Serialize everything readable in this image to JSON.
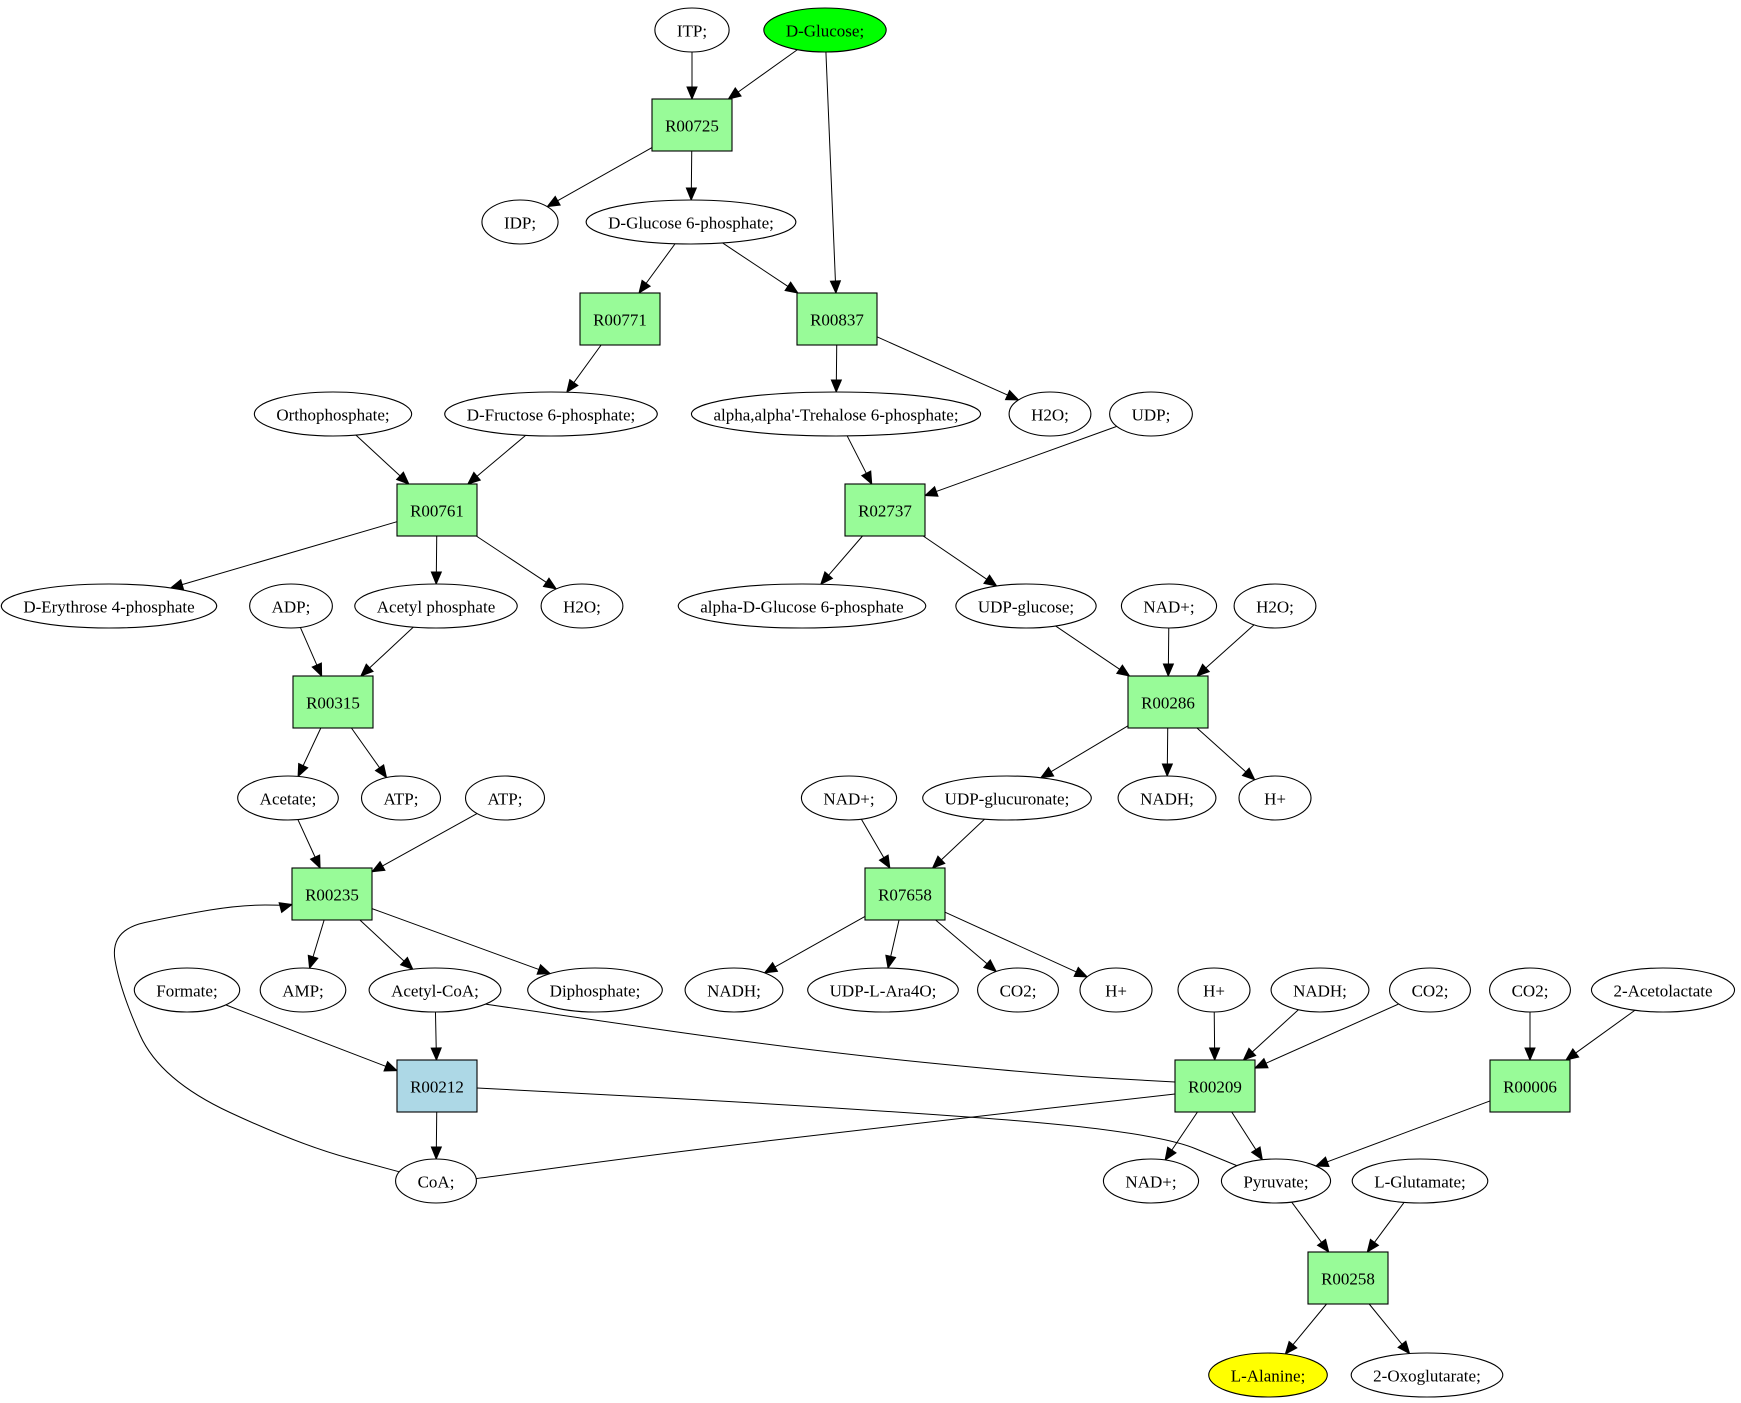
{
  "title": "Metabolic pathway: D-Glucose to L-Alanine",
  "colors": {
    "reaction": "#98fb98",
    "reaction_highlight": "#add8e6",
    "source": "#00ff00",
    "target": "#ffff00",
    "compound": "#ffffff",
    "stroke": "#000000"
  },
  "nodes": [
    {
      "id": "itp",
      "label": "ITP;",
      "kind": "compound"
    },
    {
      "id": "dglucose",
      "label": "D-Glucose;",
      "kind": "source"
    },
    {
      "id": "R00725",
      "label": "R00725",
      "kind": "reaction"
    },
    {
      "id": "idp",
      "label": "IDP;",
      "kind": "compound"
    },
    {
      "id": "g6p",
      "label": "D-Glucose 6-phosphate;",
      "kind": "compound"
    },
    {
      "id": "R00771",
      "label": "R00771",
      "kind": "reaction"
    },
    {
      "id": "R00837",
      "label": "R00837",
      "kind": "reaction"
    },
    {
      "id": "orthophosphate",
      "label": "Orthophosphate;",
      "kind": "compound"
    },
    {
      "id": "f6p",
      "label": "D-Fructose 6-phosphate;",
      "kind": "compound"
    },
    {
      "id": "tre6p",
      "label": "alpha,alpha'-Trehalose 6-phosphate;",
      "kind": "compound"
    },
    {
      "id": "h2o_1",
      "label": "H2O;",
      "kind": "compound"
    },
    {
      "id": "udp",
      "label": "UDP;",
      "kind": "compound"
    },
    {
      "id": "R00761",
      "label": "R00761",
      "kind": "reaction"
    },
    {
      "id": "R02737",
      "label": "R02737",
      "kind": "reaction"
    },
    {
      "id": "e4p",
      "label": "D-Erythrose 4-phosphate",
      "kind": "compound"
    },
    {
      "id": "adp",
      "label": "ADP;",
      "kind": "compound"
    },
    {
      "id": "acetylp",
      "label": "Acetyl phosphate",
      "kind": "compound"
    },
    {
      "id": "h2o_2",
      "label": "H2O;",
      "kind": "compound"
    },
    {
      "id": "adg6p",
      "label": "alpha-D-Glucose 6-phosphate",
      "kind": "compound"
    },
    {
      "id": "udpglucose",
      "label": "UDP-glucose;",
      "kind": "compound"
    },
    {
      "id": "nad_1",
      "label": "NAD+;",
      "kind": "compound"
    },
    {
      "id": "h2o_3",
      "label": "H2O;",
      "kind": "compound"
    },
    {
      "id": "R00315",
      "label": "R00315",
      "kind": "reaction"
    },
    {
      "id": "R00286",
      "label": "R00286",
      "kind": "reaction"
    },
    {
      "id": "acetate",
      "label": "Acetate;",
      "kind": "compound"
    },
    {
      "id": "atp_1",
      "label": "ATP;",
      "kind": "compound"
    },
    {
      "id": "atp_2",
      "label": "ATP;",
      "kind": "compound"
    },
    {
      "id": "nad_2",
      "label": "NAD+;",
      "kind": "compound"
    },
    {
      "id": "udpglucuronate",
      "label": "UDP-glucuronate;",
      "kind": "compound"
    },
    {
      "id": "nadh_1",
      "label": "NADH;",
      "kind": "compound"
    },
    {
      "id": "hplus_1",
      "label": "H+",
      "kind": "compound"
    },
    {
      "id": "R00235",
      "label": "R00235",
      "kind": "reaction"
    },
    {
      "id": "R07658",
      "label": "R07658",
      "kind": "reaction"
    },
    {
      "id": "formate",
      "label": "Formate;",
      "kind": "compound"
    },
    {
      "id": "amp",
      "label": "AMP;",
      "kind": "compound"
    },
    {
      "id": "acetylcoa",
      "label": "Acetyl-CoA;",
      "kind": "compound"
    },
    {
      "id": "diphosphate",
      "label": "Diphosphate;",
      "kind": "compound"
    },
    {
      "id": "nadh_2",
      "label": "NADH;",
      "kind": "compound"
    },
    {
      "id": "udplara4o",
      "label": "UDP-L-Ara4O;",
      "kind": "compound"
    },
    {
      "id": "co2_1",
      "label": "CO2;",
      "kind": "compound"
    },
    {
      "id": "hplus_2",
      "label": "H+",
      "kind": "compound"
    },
    {
      "id": "hplus_3",
      "label": "H+",
      "kind": "compound"
    },
    {
      "id": "nadh_3",
      "label": "NADH;",
      "kind": "compound"
    },
    {
      "id": "co2_2",
      "label": "CO2;",
      "kind": "compound"
    },
    {
      "id": "co2_3",
      "label": "CO2;",
      "kind": "compound"
    },
    {
      "id": "acetolactate",
      "label": "2-Acetolactate",
      "kind": "compound"
    },
    {
      "id": "R00212",
      "label": "R00212",
      "kind": "reaction_highlight"
    },
    {
      "id": "R00209",
      "label": "R00209",
      "kind": "reaction"
    },
    {
      "id": "R00006",
      "label": "R00006",
      "kind": "reaction"
    },
    {
      "id": "coa",
      "label": "CoA;",
      "kind": "compound"
    },
    {
      "id": "nad_3",
      "label": "NAD+;",
      "kind": "compound"
    },
    {
      "id": "pyruvate",
      "label": "Pyruvate;",
      "kind": "compound"
    },
    {
      "id": "glutamate",
      "label": "L-Glutamate;",
      "kind": "compound"
    },
    {
      "id": "R00258",
      "label": "R00258",
      "kind": "reaction"
    },
    {
      "id": "alanine",
      "label": "L-Alanine;",
      "kind": "target"
    },
    {
      "id": "oxoglutarate",
      "label": "2-Oxoglutarate;",
      "kind": "compound"
    }
  ],
  "edges": [
    {
      "from": "itp",
      "to": "R00725"
    },
    {
      "from": "dglucose",
      "to": "R00725"
    },
    {
      "from": "dglucose",
      "to": "R00837"
    },
    {
      "from": "R00725",
      "to": "idp"
    },
    {
      "from": "R00725",
      "to": "g6p"
    },
    {
      "from": "g6p",
      "to": "R00771"
    },
    {
      "from": "g6p",
      "to": "R00837"
    },
    {
      "from": "R00771",
      "to": "f6p"
    },
    {
      "from": "R00837",
      "to": "tre6p"
    },
    {
      "from": "R00837",
      "to": "h2o_1"
    },
    {
      "from": "orthophosphate",
      "to": "R00761"
    },
    {
      "from": "f6p",
      "to": "R00761"
    },
    {
      "from": "tre6p",
      "to": "R02737"
    },
    {
      "from": "udp",
      "to": "R02737"
    },
    {
      "from": "R00761",
      "to": "e4p"
    },
    {
      "from": "R00761",
      "to": "acetylp"
    },
    {
      "from": "R00761",
      "to": "h2o_2"
    },
    {
      "from": "R02737",
      "to": "adg6p"
    },
    {
      "from": "R02737",
      "to": "udpglucose"
    },
    {
      "from": "adp",
      "to": "R00315"
    },
    {
      "from": "acetylp",
      "to": "R00315"
    },
    {
      "from": "udpglucose",
      "to": "R00286"
    },
    {
      "from": "nad_1",
      "to": "R00286"
    },
    {
      "from": "h2o_3",
      "to": "R00286"
    },
    {
      "from": "R00315",
      "to": "acetate"
    },
    {
      "from": "R00315",
      "to": "atp_1"
    },
    {
      "from": "R00286",
      "to": "udpglucuronate"
    },
    {
      "from": "R00286",
      "to": "nadh_1"
    },
    {
      "from": "R00286",
      "to": "hplus_1"
    },
    {
      "from": "acetate",
      "to": "R00235"
    },
    {
      "from": "atp_2",
      "to": "R00235"
    },
    {
      "from": "nad_2",
      "to": "R07658"
    },
    {
      "from": "udpglucuronate",
      "to": "R07658"
    },
    {
      "from": "R00235",
      "to": "amp"
    },
    {
      "from": "R00235",
      "to": "acetylcoa"
    },
    {
      "from": "R00235",
      "to": "diphosphate"
    },
    {
      "from": "R07658",
      "to": "nadh_2"
    },
    {
      "from": "R07658",
      "to": "udplara4o"
    },
    {
      "from": "R07658",
      "to": "co2_1"
    },
    {
      "from": "R07658",
      "to": "hplus_2"
    },
    {
      "from": "formate",
      "to": "R00212"
    },
    {
      "from": "acetylcoa",
      "to": "R00212"
    },
    {
      "from": "acetylcoa",
      "to": "R00209"
    },
    {
      "from": "hplus_3",
      "to": "R00209"
    },
    {
      "from": "nadh_3",
      "to": "R00209"
    },
    {
      "from": "co2_2",
      "to": "R00209"
    },
    {
      "from": "co2_3",
      "to": "R00006"
    },
    {
      "from": "acetolactate",
      "to": "R00006"
    },
    {
      "from": "R00212",
      "to": "coa"
    },
    {
      "from": "R00212",
      "to": "pyruvate"
    },
    {
      "from": "R00209",
      "to": "coa"
    },
    {
      "from": "R00209",
      "to": "nad_3"
    },
    {
      "from": "R00209",
      "to": "pyruvate"
    },
    {
      "from": "R00006",
      "to": "pyruvate"
    },
    {
      "from": "coa",
      "to": "R00235"
    },
    {
      "from": "pyruvate",
      "to": "R00258"
    },
    {
      "from": "glutamate",
      "to": "R00258"
    },
    {
      "from": "R00258",
      "to": "alanine"
    },
    {
      "from": "R00258",
      "to": "oxoglutarate"
    }
  ]
}
